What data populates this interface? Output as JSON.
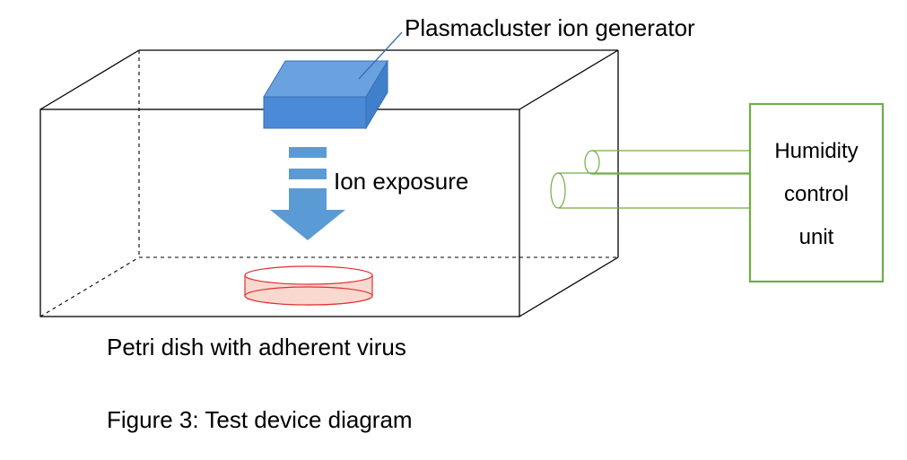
{
  "labels": {
    "generator": "Plasmacluster ion generator",
    "ion_exposure": "Ion exposure",
    "petri_dish": "Petri dish with adherent virus",
    "humidity_unit": [
      "Humidity",
      "control",
      "unit"
    ]
  },
  "caption": "Figure 3: Test device diagram",
  "colors": {
    "box_edge": "#000000",
    "generator_fill": "#4a8ad6",
    "generator_edge": "#3a6fb0",
    "arrow_fill": "#5b9bd5",
    "dish_edge": "#e03030",
    "dish_fill": "#f9d9cf",
    "humidity_edge": "#70ad47"
  }
}
